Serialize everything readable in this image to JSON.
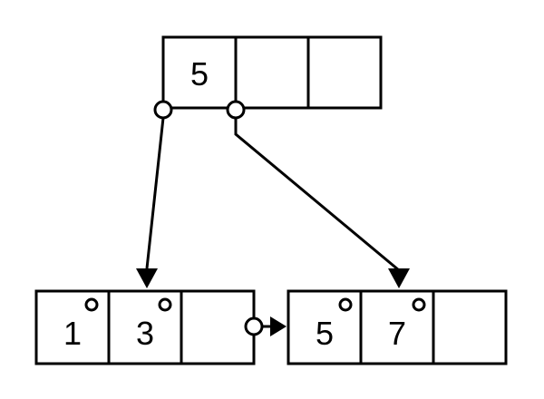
{
  "diagram": {
    "root_node": {
      "keys": [
        "5",
        "",
        ""
      ]
    },
    "leaf_left": {
      "keys": [
        "1",
        "3",
        ""
      ]
    },
    "leaf_right": {
      "keys": [
        "5",
        "7",
        ""
      ]
    },
    "colors": {
      "stroke": "#000000",
      "background": "#ffffff",
      "text": "#000000"
    },
    "icons": [
      "pointer-circle-icon",
      "arrowhead-icon",
      "record-pointer-icon"
    ]
  }
}
